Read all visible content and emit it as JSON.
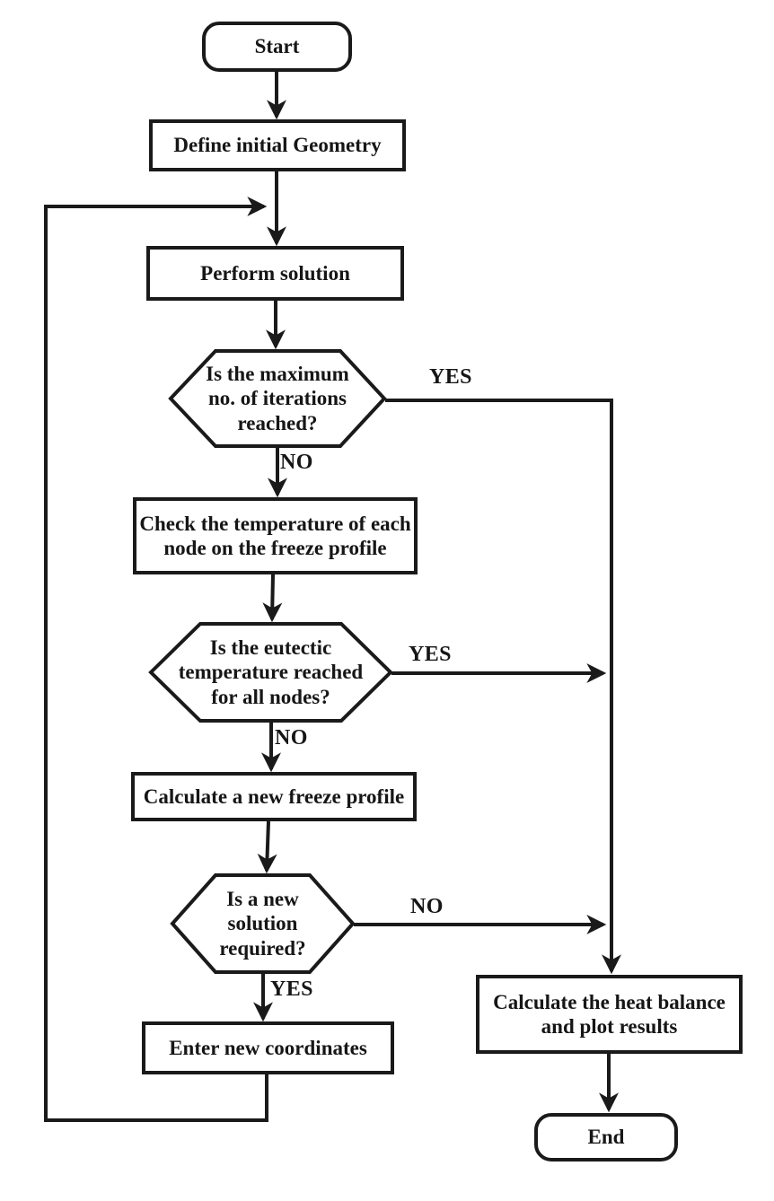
{
  "diagram": {
    "type": "flowchart",
    "background_color": "#ffffff",
    "ink_color": "#1a1a1a",
    "nodes": {
      "start": {
        "type": "terminator",
        "label": "Start"
      },
      "define_geometry": {
        "type": "process",
        "label": "Define initial Geometry"
      },
      "perform_solution": {
        "type": "process",
        "label": "Perform solution"
      },
      "max_iterations": {
        "type": "decision",
        "label": "Is the maximum\nno. of iterations\nreached?"
      },
      "check_temperature": {
        "type": "process",
        "label": "Check the temperature of each\nnode on the freeze profile"
      },
      "eutectic_reached": {
        "type": "decision",
        "label": "Is the eutectic\ntemperature reached\nfor all nodes?"
      },
      "calculate_freeze_profile": {
        "type": "process",
        "label": "Calculate a new freeze profile"
      },
      "new_solution_required": {
        "type": "decision",
        "label": "Is a new\nsolution\nrequired?"
      },
      "enter_coordinates": {
        "type": "process",
        "label": "Enter new coordinates"
      },
      "calculate_heat_balance": {
        "type": "process",
        "label": "Calculate the heat balance\nand plot results"
      },
      "end": {
        "type": "terminator",
        "label": "End"
      }
    },
    "edge_labels": {
      "max_iterations_yes": "YES",
      "max_iterations_no": "NO",
      "eutectic_yes": "YES",
      "eutectic_no": "NO",
      "new_solution_no": "NO",
      "new_solution_yes": "YES"
    }
  }
}
